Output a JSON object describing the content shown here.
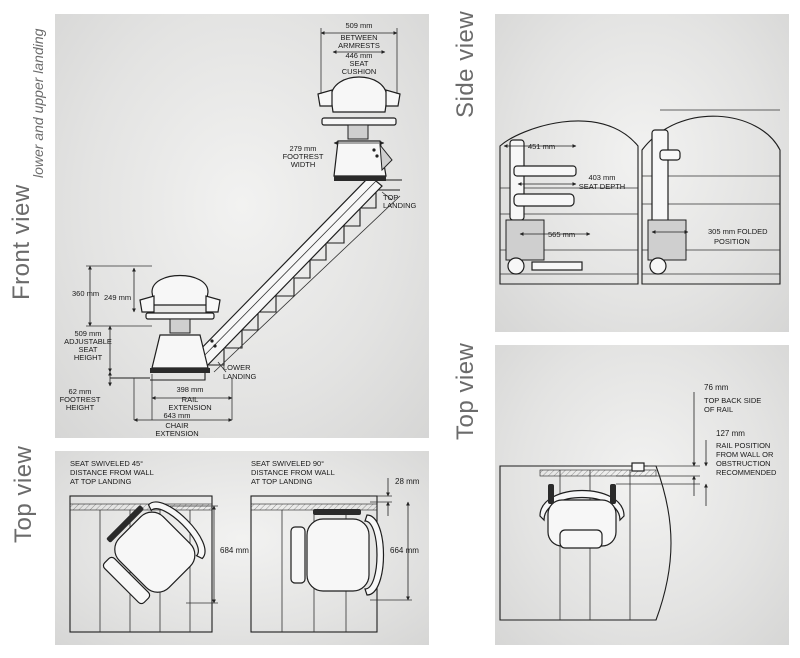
{
  "views": {
    "front": "Front view",
    "front_sub": "lower and upper landing",
    "top_left": "Top view",
    "side": "Side view",
    "top_right": "Top view"
  },
  "front": {
    "between_armrests": [
      "509 mm",
      "BETWEEN",
      "ARMRESTS"
    ],
    "seat_cushion": [
      "446 mm",
      "SEAT",
      "CUSHION"
    ],
    "footrest_width": [
      "279 mm",
      "FOOTREST",
      "WIDTH"
    ],
    "top_landing": [
      "TOP",
      "LANDING"
    ],
    "dim_360": "360 mm",
    "dim_249": "249 mm",
    "seat_height": [
      "509 mm",
      "ADJUSTABLE",
      "SEAT",
      "HEIGHT"
    ],
    "footrest_height": [
      "62 mm",
      "FOOTREST",
      "HEIGHT"
    ],
    "lower_landing": [
      "LOWER",
      "LANDING"
    ],
    "rail_extension": [
      "398 mm",
      "RAIL",
      "EXTENSION"
    ],
    "chair_extension": [
      "643 mm",
      "CHAIR",
      "EXTENSION"
    ]
  },
  "topleft": {
    "swivel45": [
      "SEAT SWIVELED 45°",
      "DISTANCE FROM WALL",
      "AT TOP LANDING"
    ],
    "swivel90": [
      "SEAT SWIVELED 90°",
      "DISTANCE FROM WALL",
      "AT TOP LANDING"
    ],
    "dim_684": "684 mm",
    "dim_28": "28 mm",
    "dim_664": "664 mm"
  },
  "side": {
    "dim_451": "451 mm",
    "seat_depth": [
      "403 mm",
      "SEAT DEPTH"
    ],
    "dim_565": "565 mm",
    "folded": [
      "305 mm FOLDED",
      "POSITION"
    ]
  },
  "topright": {
    "back_side": [
      "76 mm",
      "TOP BACK SIDE",
      "OF RAIL"
    ],
    "rail_position": [
      "127 mm",
      "RAIL POSITION",
      "FROM WALL OR",
      "OBSTRUCTION",
      "RECOMMENDED"
    ]
  }
}
